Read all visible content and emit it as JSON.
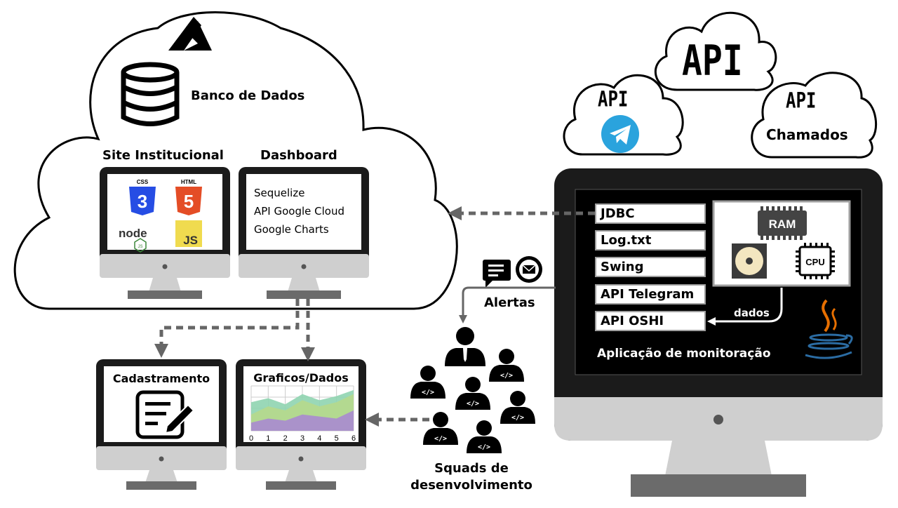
{
  "cloud": {
    "database_label": "Banco de Dados",
    "site_label": "Site Institucional",
    "dashboard_label": "Dashboard",
    "site_tech": [
      "CSS",
      "HTML",
      "node",
      "JS"
    ],
    "dashboard_items": [
      "Sequelize",
      "API Google Cloud",
      "Google Charts"
    ]
  },
  "apis": {
    "main_label": "API",
    "telegram_label": "API",
    "tickets_api_label": "API",
    "tickets_label": "Chamados"
  },
  "monitor_app": {
    "items": [
      "JDBC",
      "Log.txt",
      "Swing",
      "API Telegram",
      "API OSHI"
    ],
    "ram_label": "RAM",
    "cpu_label": "CPU",
    "data_label": "dados",
    "title": "Aplicação de monitoração"
  },
  "alerts_label": "Alertas",
  "squads_label_line1": "Squads de",
  "squads_label_line2": "desenvolvimento",
  "code_glyph": "</>",
  "registration_label": "Cadastramento",
  "graphs_label": "Graficos/Dados",
  "chart_data": {
    "type": "area",
    "x": [
      0,
      1,
      2,
      3,
      4,
      5,
      6
    ],
    "xlim": [
      0,
      6
    ],
    "grid": true,
    "series": [
      {
        "values": [
          7,
          8,
          6.5,
          9,
          7.5,
          8.5,
          10
        ],
        "color": "#8fd4b0"
      },
      {
        "values": [
          4,
          6,
          5,
          7.5,
          6,
          7,
          9
        ],
        "color": "#b6d98c"
      },
      {
        "values": [
          2,
          3,
          2.5,
          4,
          3.5,
          3,
          5
        ],
        "color": "#a98ad0"
      }
    ],
    "ylim": [
      0,
      11
    ]
  },
  "colors": {
    "telegram": "#2aa3dd",
    "css": "#264de4",
    "html": "#e44d26",
    "js": "#f0db4f",
    "node": "#3c873a",
    "java_blue": "#2b6ca3",
    "java_orange": "#e76f00"
  }
}
